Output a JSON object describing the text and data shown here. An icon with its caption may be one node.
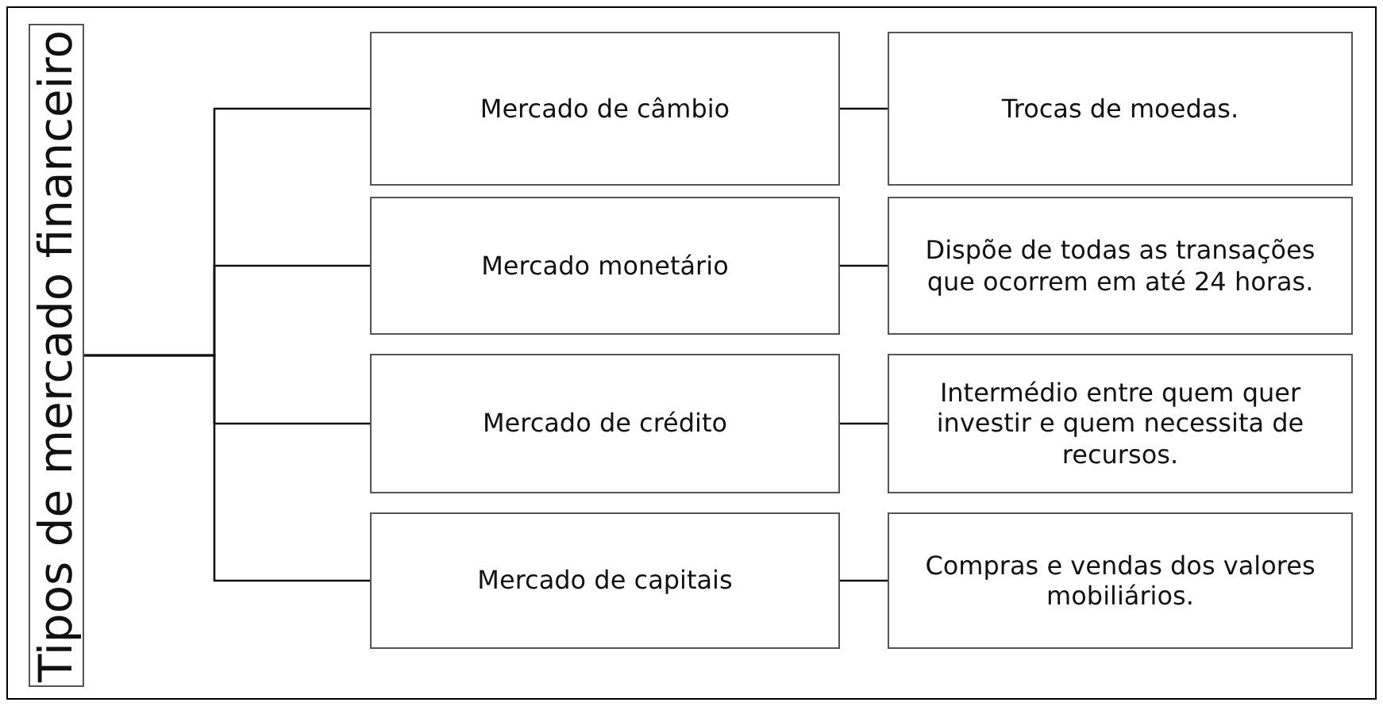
{
  "diagram": {
    "nodes": [
      {
        "text": [
          "Tipos de mercado financeiro"
        ]
      },
      {
        "text": [
          "Mercado de câmbio"
        ]
      },
      {
        "text": [
          "Trocas de moedas."
        ]
      },
      {
        "text": [
          "Mercado monetário"
        ]
      },
      {
        "text": [
          "Dispõe de todas as transações que ocorrem em até 24 horas."
        ]
      },
      {
        "text": [
          "Mercado de crédito"
        ]
      },
      {
        "text": [
          "Intermédio entre quem quer investir e quem necessita de recursos."
        ]
      },
      {
        "text": [
          "Mercado de capitais"
        ]
      },
      {
        "text": [
          "Compras e vendas dos valores mobiliários."
        ]
      }
    ],
    "edges": [
      {
        "from": 0,
        "to": 1,
        "arrow": "none"
      },
      {
        "from": 0,
        "to": 3,
        "arrow": "none"
      },
      {
        "from": 0,
        "to": 5,
        "arrow": "none"
      },
      {
        "from": 0,
        "to": 7,
        "arrow": "none"
      },
      {
        "from": 1,
        "to": 2,
        "arrow": "none"
      },
      {
        "from": 3,
        "to": 4,
        "arrow": "none"
      },
      {
        "from": 5,
        "to": 6,
        "arrow": "none"
      },
      {
        "from": 7,
        "to": 8,
        "arrow": "none"
      }
    ]
  }
}
